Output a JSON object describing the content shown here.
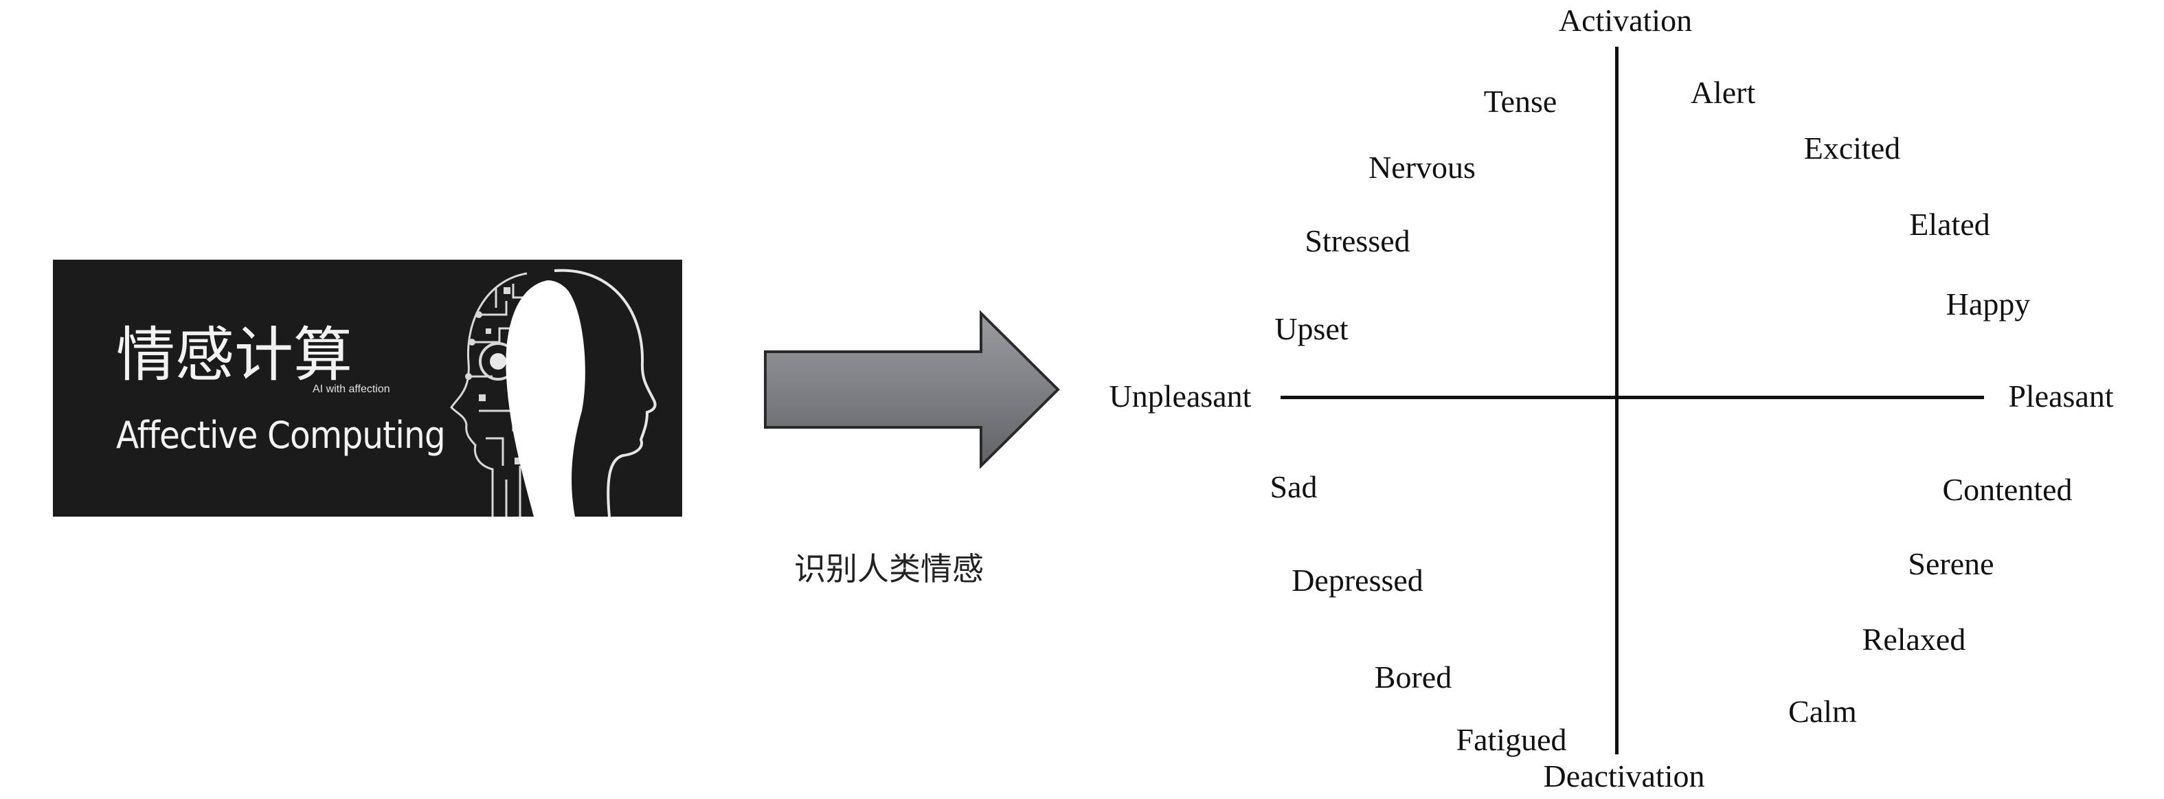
{
  "banner": {
    "title_cn": "情感计算",
    "subtitle": "AI with affection",
    "title_en": "Affective Computing"
  },
  "caption": "识别人类情感",
  "circumplex": {
    "axes": {
      "top": "Activation",
      "bottom": "Deactivation",
      "left": "Unpleasant",
      "right": "Pleasant"
    },
    "emotions": {
      "tense": "Tense",
      "nervous": "Nervous",
      "stressed": "Stressed",
      "upset": "Upset",
      "alert": "Alert",
      "excited": "Excited",
      "elated": "Elated",
      "happy": "Happy",
      "sad": "Sad",
      "depressed": "Depressed",
      "bored": "Bored",
      "fatigued": "Fatigued",
      "contented": "Contented",
      "serene": "Serene",
      "relaxed": "Relaxed",
      "calm": "Calm"
    }
  }
}
